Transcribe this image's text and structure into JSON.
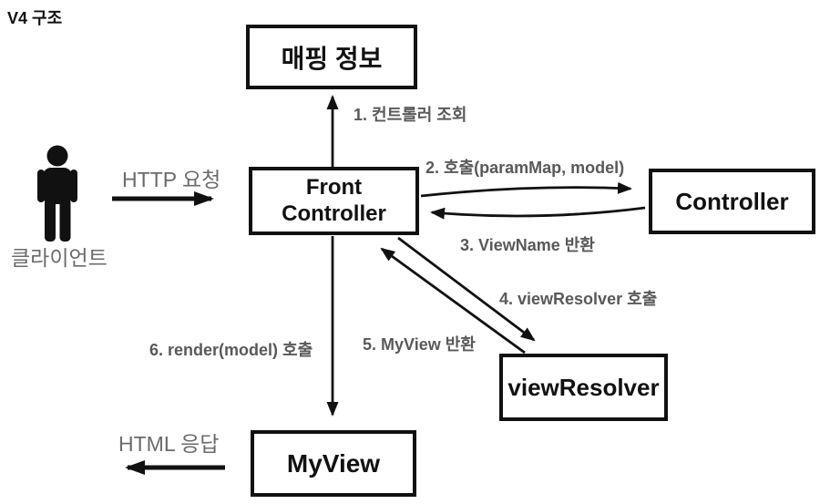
{
  "title": "V4 구조",
  "colors": {
    "ink": "#111111",
    "step_label_gray": "#595959",
    "flow_label_gray": "#6b6b6b",
    "background": "#ffffff"
  },
  "client": {
    "label": "클라이언트",
    "icon": "person-icon"
  },
  "boxes": {
    "mapping": {
      "label": "매핑 정보"
    },
    "front_controller": {
      "label": "Front Controller"
    },
    "controller": {
      "label": "Controller"
    },
    "view_resolver": {
      "label": "viewResolver"
    },
    "my_view": {
      "label": "MyView"
    }
  },
  "flows": {
    "http_request": {
      "label": "HTTP 요청",
      "from": "client",
      "to": "front_controller"
    },
    "step1": {
      "label": "1. 컨트롤러 조회",
      "from": "front_controller",
      "to": "mapping"
    },
    "step2": {
      "label": "2. 호출(paramMap, model)",
      "from": "front_controller",
      "to": "controller"
    },
    "step3": {
      "label": "3. ViewName 반환",
      "from": "controller",
      "to": "front_controller"
    },
    "step4": {
      "label": "4. viewResolver 호출",
      "from": "front_controller",
      "to": "view_resolver"
    },
    "step5": {
      "label": "5. MyView 반환",
      "from": "view_resolver",
      "to": "front_controller"
    },
    "step6": {
      "label": "6. render(model) 호출",
      "from": "front_controller",
      "to": "my_view"
    },
    "html_response": {
      "label": "HTML 응답",
      "from": "my_view",
      "to": "client"
    }
  }
}
